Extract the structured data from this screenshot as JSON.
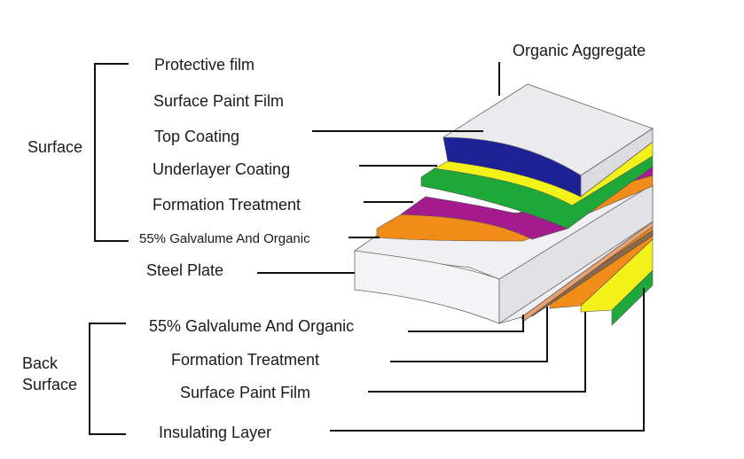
{
  "colors": {
    "white_layer": "#ebebed",
    "blue_layer": "#1c2196",
    "yellow_layer": "#f2f21a",
    "green_layer": "#1fa83a",
    "purple_layer": "#a51a8c",
    "orange_layer": "#f08c17",
    "steel_layer": "#f0f0f2"
  },
  "groups": {
    "surface": "Surface",
    "back_surface_line1": "Back",
    "back_surface_line2": "Surface"
  },
  "labels": {
    "organic_aggregate": "Organic Aggregate",
    "protective_film": "Protective film",
    "surface_paint_film": "Surface Paint Film",
    "top_coating": "Top Coating",
    "underlayer_coating": "Underlayer Coating",
    "formation_treatment": "Formation Treatment",
    "galvalume_top": "55% Galvalume And Organic",
    "steel_plate": "Steel Plate",
    "galvalume_back": "55% Galvalume And Organic",
    "formation_treatment_back": "Formation Treatment",
    "surface_paint_film_back": "Surface Paint Film",
    "insulating_layer": "Insulating Layer"
  }
}
